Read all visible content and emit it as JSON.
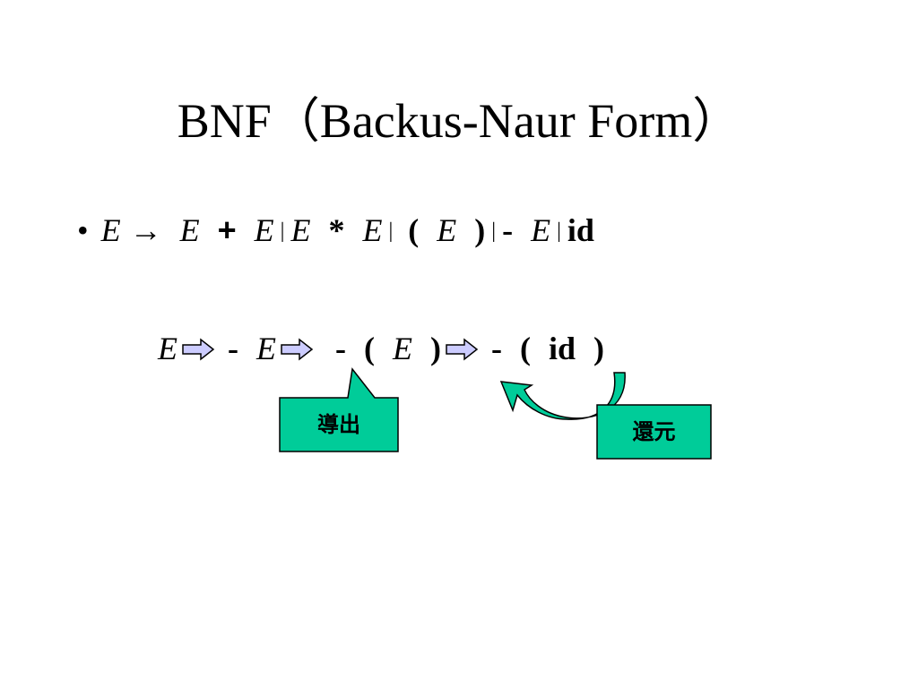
{
  "slide": {
    "title": "BNF（Backus-Naur Form）",
    "bullet_symbol": "•",
    "grammar_rule": {
      "lhs": "E",
      "arrow": "→",
      "alternatives_sep": "|",
      "tokens": [
        "E",
        "+",
        "E",
        "E",
        "*",
        "E",
        "(",
        "E",
        ")",
        "-",
        "E",
        "id"
      ]
    },
    "derivation": {
      "steps": [
        {
          "tokens": [
            "E"
          ]
        },
        {
          "tokens": [
            "-",
            "E"
          ]
        },
        {
          "tokens": [
            "-",
            "(",
            "E",
            ")"
          ]
        },
        {
          "tokens": [
            "-",
            "(",
            "id",
            ")"
          ]
        }
      ],
      "step_arrow_icon": "right-block-arrow-icon",
      "arrow_fill": "#ccccff"
    },
    "callouts": {
      "derivation_label": "導出",
      "reduction_label": "還元",
      "fill_color": "#00cc99"
    }
  }
}
